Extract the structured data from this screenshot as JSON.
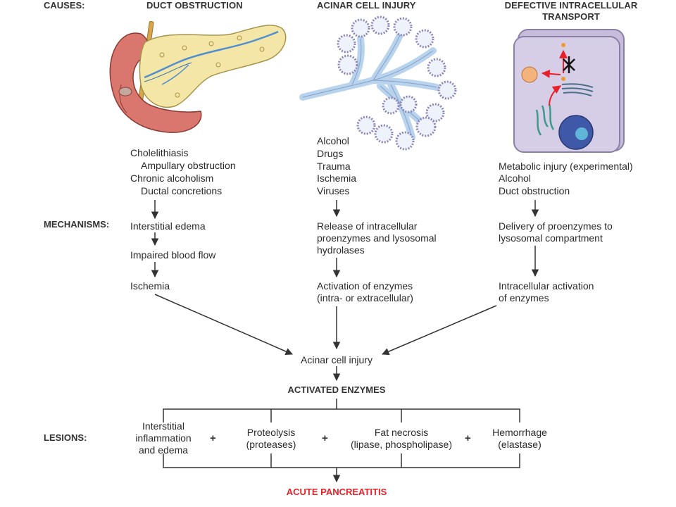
{
  "sections": {
    "causes": "CAUSES:",
    "mechanisms": "MECHANISMS:",
    "lesions": "LESIONS:"
  },
  "columns": [
    {
      "title": "DUCT OBSTRUCTION",
      "causes": [
        "Cholelithiasis",
        "Ampullary obstruction",
        "Chronic alcoholism",
        "Ductal concretions"
      ],
      "mechanisms": [
        "Interstitial edema",
        "Impaired blood flow",
        "Ischemia"
      ]
    },
    {
      "title": "ACINAR CELL INJURY",
      "causes": [
        "Alcohol",
        "Drugs",
        "Trauma",
        "Ischemia",
        "Viruses"
      ],
      "mechanisms": [
        "Release of intracellular\nproenzymes and lysosomal\nhydrolases",
        "Activation of enzymes\n(intra- or extracellular)"
      ]
    },
    {
      "title": "DEFECTIVE INTRACELLULAR\nTRANSPORT",
      "causes": [
        "Metabolic injury (experimental)",
        "Alcohol",
        "Duct obstruction"
      ],
      "mechanisms": [
        "Delivery of proenzymes to\nlysosomal compartment",
        "Intracellular activation\nof enzymes"
      ]
    }
  ],
  "convergence": "Acinar cell injury",
  "activated": "ACTIVATED ENZYMES",
  "lesions": [
    "Interstitial\ninflammation\nand edema",
    "Proteolysis\n(proteases)",
    "Fat necrosis\n(lipase, phospholipase)",
    "Hemorrhage\n(elastase)"
  ],
  "plus_sign": "+",
  "outcome": "ACUTE PANCREATITIS",
  "colors": {
    "outcome": "#e8202a",
    "pancreas": "#f3e6a6",
    "duodenum": "#d9776e",
    "acinus": "#b7d3ee",
    "cell": "#d6cde6",
    "arrow": "#333333"
  }
}
